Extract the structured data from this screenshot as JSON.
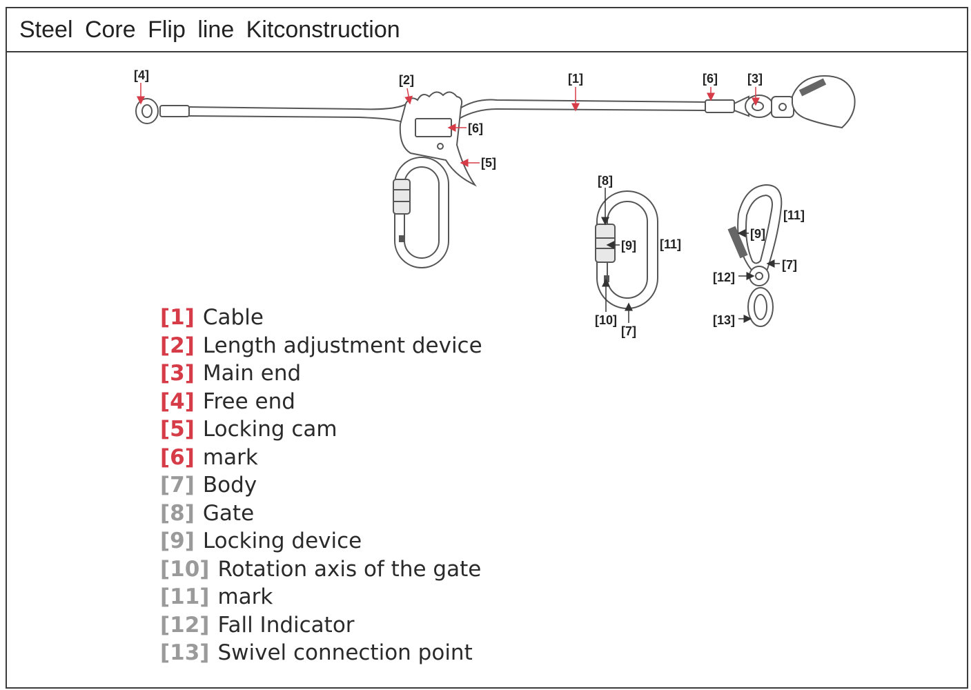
{
  "title": "Steel  Core  Flip  line  Kitconstruction",
  "callouts": {
    "c1": "[1]",
    "c2": "[2]",
    "c3": "[3]",
    "c4": "[4]",
    "c5": "[5]",
    "c6a": "[6]",
    "c6b": "[6]",
    "c7a": "[7]",
    "c7b": "[7]",
    "c8": "[8]",
    "c9a": "[9]",
    "c9b": "[9]",
    "c10": "[10]",
    "c11a": "[11]",
    "c11b": "[11]",
    "c12": "[12]",
    "c13": "[13]"
  },
  "legend": [
    {
      "num": "[1]",
      "label": "Cable",
      "color": "#d63b48"
    },
    {
      "num": "[2]",
      "label": "Length adjustment device",
      "color": "#d63b48"
    },
    {
      "num": "[3]",
      "label": "Main end",
      "color": "#d63b48"
    },
    {
      "num": "[4]",
      "label": "Free end",
      "color": "#d63b48"
    },
    {
      "num": "[5]",
      "label": "Locking cam",
      "color": "#d63b48"
    },
    {
      "num": "[6]",
      "label": "mark",
      "color": "#d63b48"
    },
    {
      "num": "[7]",
      "label": "Body",
      "color": "#9a9a9a"
    },
    {
      "num": "[8]",
      "label": "Gate",
      "color": "#9a9a9a"
    },
    {
      "num": "[9]",
      "label": "Locking device",
      "color": "#9a9a9a"
    },
    {
      "num": "[10]",
      "label": "Rotation axis of the gate",
      "color": "#9a9a9a"
    },
    {
      "num": "[11]",
      "label": "mark",
      "color": "#9a9a9a"
    },
    {
      "num": "[12]",
      "label": "Fall Indicator",
      "color": "#9a9a9a"
    },
    {
      "num": "[13]",
      "label": "Swivel connection point",
      "color": "#9a9a9a"
    }
  ],
  "colors": {
    "accent_red": "#d63b48",
    "grey": "#9a9a9a",
    "line": "#5a5a5a"
  }
}
